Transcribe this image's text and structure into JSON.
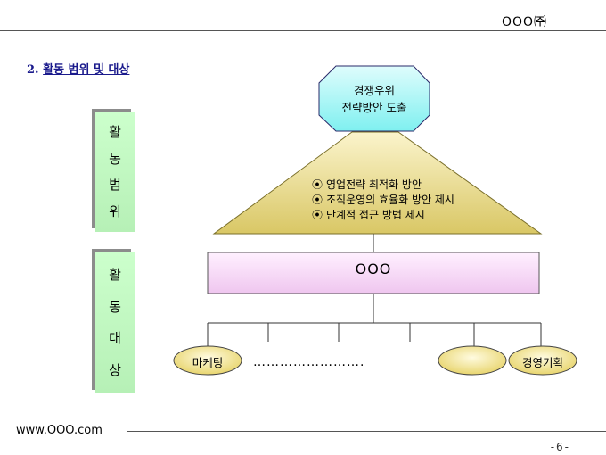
{
  "header": {
    "company": "OOO㈜"
  },
  "section": {
    "number": "2.",
    "title": "활동 범위 및 대상"
  },
  "side_labels": {
    "range": [
      "활",
      "동",
      "범",
      "위"
    ],
    "target": [
      "활",
      "동",
      "대",
      "상"
    ]
  },
  "diagram": {
    "top_lines": [
      "경쟁우위",
      "전략방안 도출"
    ],
    "bullets": [
      "영업전략 최적화 방안",
      "조직운영의 효율화 방안 제시",
      "단계적 접근 방법 제시"
    ],
    "bullet_mark": "⦿",
    "center_label": "OOO",
    "branches": [
      "마케팅",
      "",
      "경영기획"
    ],
    "ellipsis": "…………………….",
    "colors": {
      "octagon": "#9ff5f5",
      "triangle": "#e6d98a",
      "bar": "#f7d9f7",
      "ellipse": "#f0e38a"
    }
  },
  "footer": {
    "url": "www.OOO.com",
    "page": "-6-"
  }
}
